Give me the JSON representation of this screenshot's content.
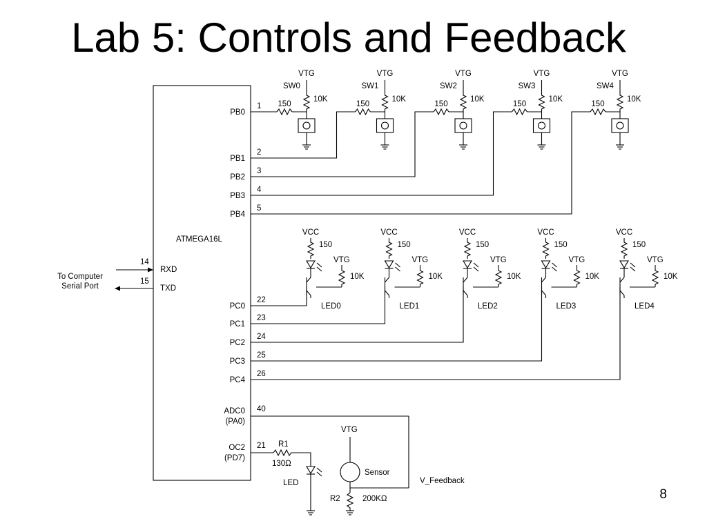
{
  "title": "Lab 5: Controls and Feedback",
  "page_number": "8",
  "mcu": {
    "name": "ATMEGA16L"
  },
  "port_b": [
    {
      "pin": "PB0",
      "num": "1"
    },
    {
      "pin": "PB1",
      "num": "2"
    },
    {
      "pin": "PB2",
      "num": "3"
    },
    {
      "pin": "PB3",
      "num": "4"
    },
    {
      "pin": "PB4",
      "num": "5"
    }
  ],
  "port_c": [
    {
      "pin": "PC0",
      "num": "22"
    },
    {
      "pin": "PC1",
      "num": "23"
    },
    {
      "pin": "PC2",
      "num": "24"
    },
    {
      "pin": "PC3",
      "num": "25"
    },
    {
      "pin": "PC4",
      "num": "26"
    }
  ],
  "serial": {
    "rxd_label": "RXD",
    "rxd_num": "14",
    "txd_label": "TXD",
    "txd_num": "15",
    "to_computer_line1": "To Computer",
    "to_computer_line2": "Serial Port"
  },
  "switches": [
    {
      "name": "SW0",
      "supply": "VTG",
      "pullup": "10K",
      "series": "150"
    },
    {
      "name": "SW1",
      "supply": "VTG",
      "pullup": "10K",
      "series": "150"
    },
    {
      "name": "SW2",
      "supply": "VTG",
      "pullup": "10K",
      "series": "150"
    },
    {
      "name": "SW3",
      "supply": "VTG",
      "pullup": "10K",
      "series": "150"
    },
    {
      "name": "SW4",
      "supply": "VTG",
      "pullup": "10K",
      "series": "150"
    }
  ],
  "leds": [
    {
      "name": "LED0",
      "vcc": "VCC",
      "series": "150",
      "vtg": "VTG",
      "base_res": "10K"
    },
    {
      "name": "LED1",
      "vcc": "VCC",
      "series": "150",
      "vtg": "VTG",
      "base_res": "10K"
    },
    {
      "name": "LED2",
      "vcc": "VCC",
      "series": "150",
      "vtg": "VTG",
      "base_res": "10K"
    },
    {
      "name": "LED3",
      "vcc": "VCC",
      "series": "150",
      "vtg": "VTG",
      "base_res": "10K"
    },
    {
      "name": "LED4",
      "vcc": "VCC",
      "series": "150",
      "vtg": "VTG",
      "base_res": "10K"
    }
  ],
  "feedback": {
    "adc_label1": "ADC0",
    "adc_label2": "(PA0)",
    "adc_num": "40",
    "oc_label1": "OC2",
    "oc_label2": "(PD7)",
    "oc_num": "21",
    "r1_name": "R1",
    "r1_value": "130Ω",
    "led_label": "LED",
    "vtg": "VTG",
    "sensor": "Sensor",
    "r2_name": "R2",
    "r2_value": "200KΩ",
    "v_feedback": "V_Feedback"
  }
}
